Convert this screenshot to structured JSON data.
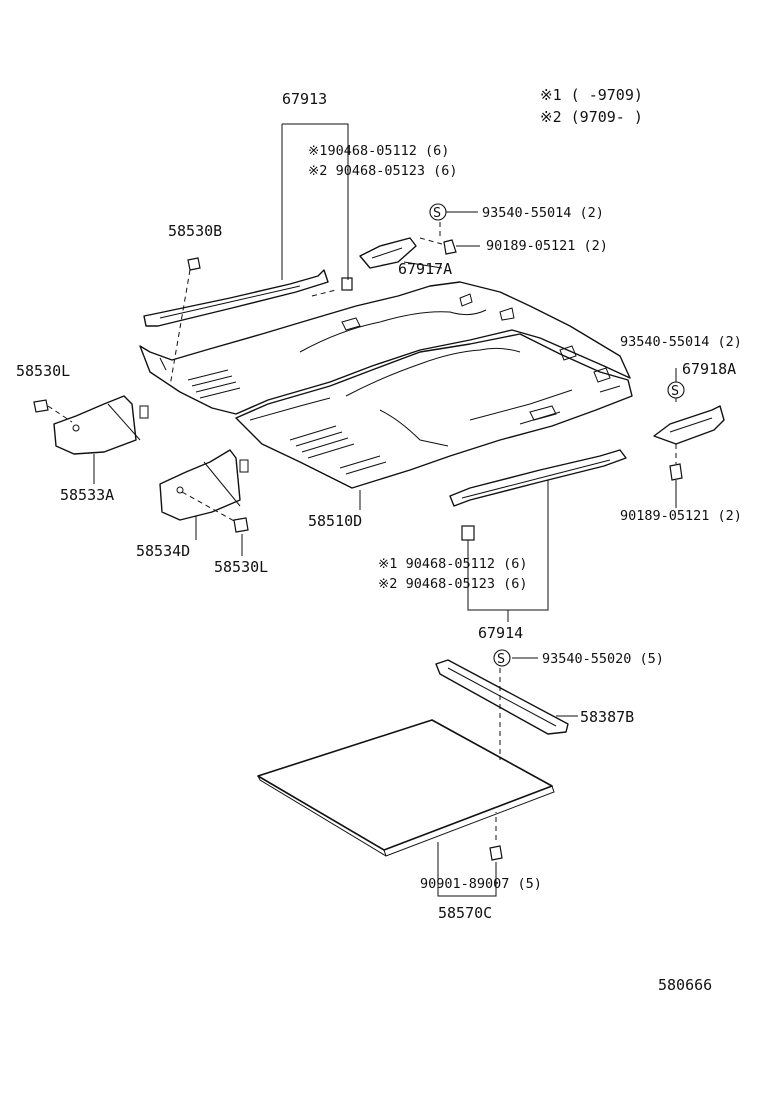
{
  "legend": {
    "note1": "※1  (      -9709)",
    "note2": "※2  (9709-      )"
  },
  "callouts": {
    "p67913": "67913",
    "p67913_a": "※190468-05112 (6)",
    "p67913_b": "※2 90468-05123 (6)",
    "p93540_top": "93540-55014 (2)",
    "p90189_top": "90189-05121 (2)",
    "p67917A": "67917A",
    "p58530B": "58530B",
    "p58530L_left": "58530L",
    "p58533A": "58533A",
    "p58534D": "58534D",
    "p58530L_mid": "58530L",
    "p58510D": "58510D",
    "p93540_right": "93540-55014 (2)",
    "p67918A": "67918A",
    "p90189_right": "90189-05121 (2)",
    "p67914_a": "※1 90468-05112 (6)",
    "p67914_b": "※2 90468-05123 (6)",
    "p67914": "67914",
    "p93540_55020": "93540-55020 (5)",
    "p58387B": "58387B",
    "p90901": "90901-89007 (5)",
    "p58570C": "58570C"
  },
  "symbols": {
    "s_mark": "S"
  },
  "figure_code": "580666"
}
